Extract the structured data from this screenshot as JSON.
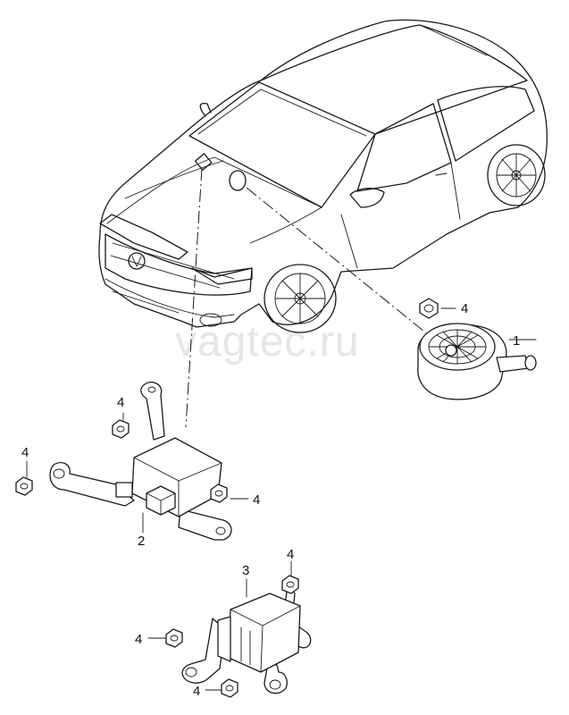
{
  "watermark": "vagtec.ru",
  "callouts": {
    "part1": "1",
    "part2": "2",
    "part3": "3",
    "nut_a": "4",
    "nut_b": "4",
    "nut_c": "4",
    "nut_d": "4",
    "nut_e": "4",
    "nut_f": "4",
    "nut_g": "4"
  },
  "colors": {
    "line": "#1a1a1a",
    "background": "#ffffff",
    "watermark": "#e6e6e6"
  }
}
